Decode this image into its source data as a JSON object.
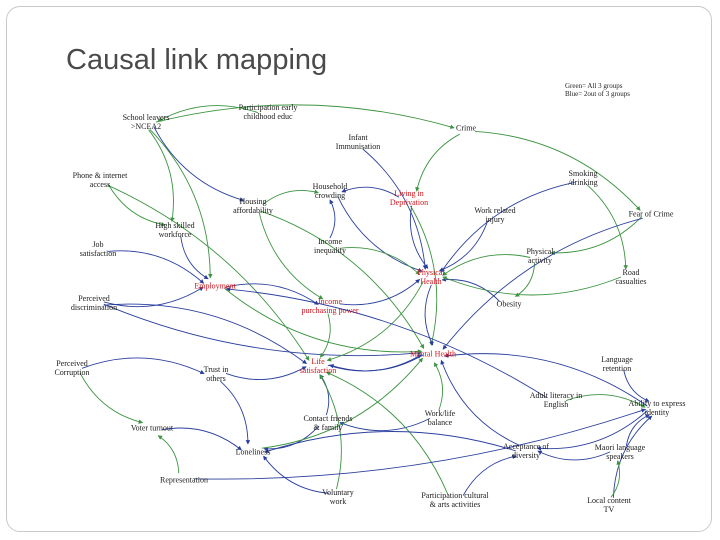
{
  "title": "Causal link mapping",
  "legend": {
    "green": "Green= All 3 groups",
    "blue": "Blue= 2out of 3 groups"
  },
  "colors": {
    "green": "#3c9440",
    "blue": "#2a3f9d",
    "red": "#d0141b"
  },
  "nodes": [
    {
      "id": "school",
      "label": [
        "School leavers",
        ">NCEA2"
      ]
    },
    {
      "id": "early",
      "label": [
        "Participation early",
        "childhood educ"
      ]
    },
    {
      "id": "crime",
      "label": [
        "Crime"
      ]
    },
    {
      "id": "infant",
      "label": [
        "Infant",
        "Immunisation"
      ]
    },
    {
      "id": "phone",
      "label": [
        "Phone & internet",
        "access"
      ]
    },
    {
      "id": "household",
      "label": [
        "Household",
        "crowding"
      ]
    },
    {
      "id": "living",
      "label": [
        "Living in",
        "Deprivation"
      ],
      "red": true
    },
    {
      "id": "smoking",
      "label": [
        "Smoking",
        "/drinking"
      ]
    },
    {
      "id": "housing",
      "label": [
        "Housing",
        "affordability"
      ]
    },
    {
      "id": "workinj",
      "label": [
        "Work related",
        "injury"
      ]
    },
    {
      "id": "fear",
      "label": [
        "Fear of Crime"
      ]
    },
    {
      "id": "highskill",
      "label": [
        "High skilled",
        "workforce"
      ]
    },
    {
      "id": "income",
      "label": [
        "Income",
        "inequality"
      ]
    },
    {
      "id": "physact",
      "label": [
        "Physical",
        "activity"
      ]
    },
    {
      "id": "job",
      "label": [
        "Job",
        "satisfaction"
      ]
    },
    {
      "id": "physhealth",
      "label": [
        "Physical",
        "Health"
      ],
      "red": true
    },
    {
      "id": "road",
      "label": [
        "Road",
        "casualties"
      ]
    },
    {
      "id": "employment",
      "label": [
        "Employment"
      ],
      "red": true
    },
    {
      "id": "obesity",
      "label": [
        "Obesity"
      ]
    },
    {
      "id": "perceived",
      "label": [
        "Perceived",
        "discrimination"
      ]
    },
    {
      "id": "incomepp",
      "label": [
        "Income",
        "purchasing power"
      ],
      "red": true
    },
    {
      "id": "perceivedc",
      "label": [
        "Perceived",
        "Corruption"
      ]
    },
    {
      "id": "trust",
      "label": [
        "Trust in",
        "others"
      ]
    },
    {
      "id": "life",
      "label": [
        "Life",
        "satisfaction"
      ],
      "red": true
    },
    {
      "id": "mental",
      "label": [
        "Mental Health"
      ],
      "red": true
    },
    {
      "id": "langret",
      "label": [
        "Language",
        "retention"
      ]
    },
    {
      "id": "adultlit",
      "label": [
        "Adult literacy in",
        "English"
      ]
    },
    {
      "id": "abilityexp",
      "label": [
        "Ability to express",
        "identity"
      ]
    },
    {
      "id": "voter",
      "label": [
        "Voter turnout"
      ]
    },
    {
      "id": "contact",
      "label": [
        "Contact friends",
        "& family"
      ]
    },
    {
      "id": "worklife",
      "label": [
        "Work/life",
        "balance"
      ]
    },
    {
      "id": "loneliness",
      "label": [
        "Loneliness"
      ]
    },
    {
      "id": "acceptance",
      "label": [
        "Acceptance of",
        "diversity"
      ]
    },
    {
      "id": "maori",
      "label": [
        "Maori language",
        "speakers"
      ]
    },
    {
      "id": "representation",
      "label": [
        "Representation"
      ]
    },
    {
      "id": "voluntary",
      "label": [
        "Voluntary",
        "work"
      ]
    },
    {
      "id": "partcult",
      "label": [
        "Participation cultural",
        "& arts activities"
      ]
    },
    {
      "id": "localtv",
      "label": [
        "Local content",
        "TV"
      ]
    }
  ],
  "links": [
    {
      "from": "school",
      "to": "crime",
      "color": "green"
    },
    {
      "from": "early",
      "to": "school",
      "color": "green"
    },
    {
      "from": "school",
      "to": "highskill",
      "color": "green"
    },
    {
      "from": "school",
      "to": "housing",
      "color": "blue"
    },
    {
      "from": "school",
      "to": "employment",
      "color": "green"
    },
    {
      "from": "phone",
      "to": "highskill",
      "color": "green"
    },
    {
      "from": "phone",
      "to": "life",
      "color": "green"
    },
    {
      "from": "highskill",
      "to": "employment",
      "color": "blue"
    },
    {
      "from": "job",
      "to": "employment",
      "color": "blue"
    },
    {
      "from": "perceived",
      "to": "employment",
      "color": "blue"
    },
    {
      "from": "perceived",
      "to": "life",
      "color": "blue"
    },
    {
      "from": "perceived",
      "to": "mental",
      "color": "blue"
    },
    {
      "from": "crime",
      "to": "fear",
      "color": "green"
    },
    {
      "from": "crime",
      "to": "living",
      "color": "green"
    },
    {
      "from": "infant",
      "to": "physhealth",
      "color": "blue"
    },
    {
      "from": "household",
      "to": "physhealth",
      "color": "blue"
    },
    {
      "from": "housing",
      "to": "household",
      "color": "green"
    },
    {
      "from": "housing",
      "to": "incomepp",
      "color": "green"
    },
    {
      "from": "housing",
      "to": "mental",
      "color": "green"
    },
    {
      "from": "living",
      "to": "physhealth",
      "color": "blue"
    },
    {
      "from": "living",
      "to": "mental",
      "color": "green"
    },
    {
      "from": "living",
      "to": "household",
      "color": "blue"
    },
    {
      "from": "income",
      "to": "physhealth",
      "color": "green"
    },
    {
      "from": "income",
      "to": "household",
      "color": "blue"
    },
    {
      "from": "employment",
      "to": "incomepp",
      "color": "blue"
    },
    {
      "from": "employment",
      "to": "mental",
      "color": "green"
    },
    {
      "from": "incomepp",
      "to": "life",
      "color": "green"
    },
    {
      "from": "incomepp",
      "to": "physhealth",
      "color": "blue"
    },
    {
      "from": "workinj",
      "to": "physhealth",
      "color": "blue"
    },
    {
      "from": "smoking",
      "to": "physhealth",
      "color": "blue"
    },
    {
      "from": "smoking",
      "to": "road",
      "color": "green"
    },
    {
      "from": "physact",
      "to": "physhealth",
      "color": "green"
    },
    {
      "from": "physact",
      "to": "obesity",
      "color": "green"
    },
    {
      "from": "obesity",
      "to": "physhealth",
      "color": "blue"
    },
    {
      "from": "road",
      "to": "physhealth",
      "color": "green"
    },
    {
      "from": "physhealth",
      "to": "mental",
      "color": "blue"
    },
    {
      "from": "physhealth",
      "to": "life",
      "color": "green"
    },
    {
      "from": "perceivedc",
      "to": "voter",
      "color": "green"
    },
    {
      "from": "perceivedc",
      "to": "trust",
      "color": "blue"
    },
    {
      "from": "trust",
      "to": "life",
      "color": "blue"
    },
    {
      "from": "trust",
      "to": "loneliness",
      "color": "blue"
    },
    {
      "from": "contact",
      "to": "life",
      "color": "blue"
    },
    {
      "from": "contact",
      "to": "loneliness",
      "color": "blue"
    },
    {
      "from": "worklife",
      "to": "mental",
      "color": "green"
    },
    {
      "from": "worklife",
      "to": "contact",
      "color": "blue"
    },
    {
      "from": "loneliness",
      "to": "mental",
      "color": "green"
    },
    {
      "from": "mental",
      "to": "life",
      "color": "blue"
    },
    {
      "from": "life",
      "to": "mental",
      "color": "blue"
    },
    {
      "from": "voter",
      "to": "loneliness",
      "color": "blue"
    },
    {
      "from": "representation",
      "to": "voter",
      "color": "green"
    },
    {
      "from": "voluntary",
      "to": "loneliness",
      "color": "blue"
    },
    {
      "from": "voluntary",
      "to": "life",
      "color": "green"
    },
    {
      "from": "partcult",
      "to": "acceptance",
      "color": "blue"
    },
    {
      "from": "partcult",
      "to": "life",
      "color": "green"
    },
    {
      "from": "acceptance",
      "to": "mental",
      "color": "blue"
    },
    {
      "from": "acceptance",
      "to": "loneliness",
      "color": "blue"
    },
    {
      "from": "maori",
      "to": "acceptance",
      "color": "blue"
    },
    {
      "from": "langret",
      "to": "abilityexp",
      "color": "blue"
    },
    {
      "from": "adultlit",
      "to": "abilityexp",
      "color": "green"
    },
    {
      "from": "adultlit",
      "to": "employment",
      "color": "blue"
    },
    {
      "from": "abilityexp",
      "to": "acceptance",
      "color": "blue"
    },
    {
      "from": "abilityexp",
      "to": "mental",
      "color": "blue"
    },
    {
      "from": "localtv",
      "to": "abilityexp",
      "color": "blue"
    },
    {
      "from": "localtv",
      "to": "maori",
      "color": "green"
    },
    {
      "from": "maori",
      "to": "abilityexp",
      "color": "blue"
    },
    {
      "from": "representation",
      "to": "abilityexp",
      "color": "blue"
    },
    {
      "from": "fear",
      "to": "physact",
      "color": "green"
    },
    {
      "from": "fear",
      "to": "mental",
      "color": "blue"
    }
  ]
}
